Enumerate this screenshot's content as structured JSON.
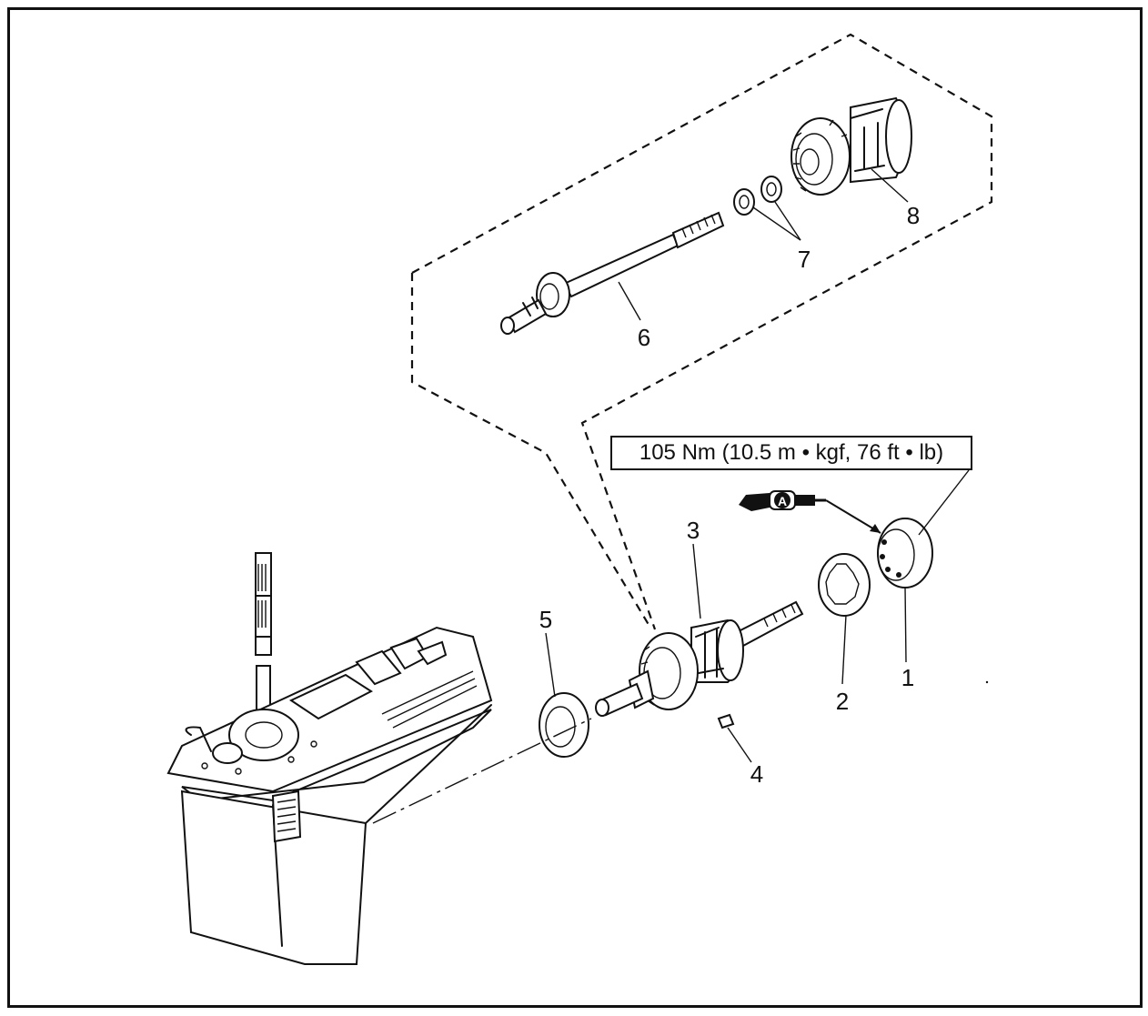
{
  "diagram": {
    "torque_spec": "105 Nm (10.5 m • kgf, 76 ft • lb)",
    "grease_symbol_letter": "A",
    "callouts": [
      {
        "id": "1",
        "label": "1"
      },
      {
        "id": "2",
        "label": "2"
      },
      {
        "id": "3",
        "label": "3"
      },
      {
        "id": "4",
        "label": "4"
      },
      {
        "id": "5",
        "label": "5"
      },
      {
        "id": "6",
        "label": "6"
      },
      {
        "id": "7",
        "label": "7"
      },
      {
        "id": "8",
        "label": "8"
      }
    ]
  },
  "colors": {
    "ink": "#111111",
    "background": "#ffffff"
  }
}
